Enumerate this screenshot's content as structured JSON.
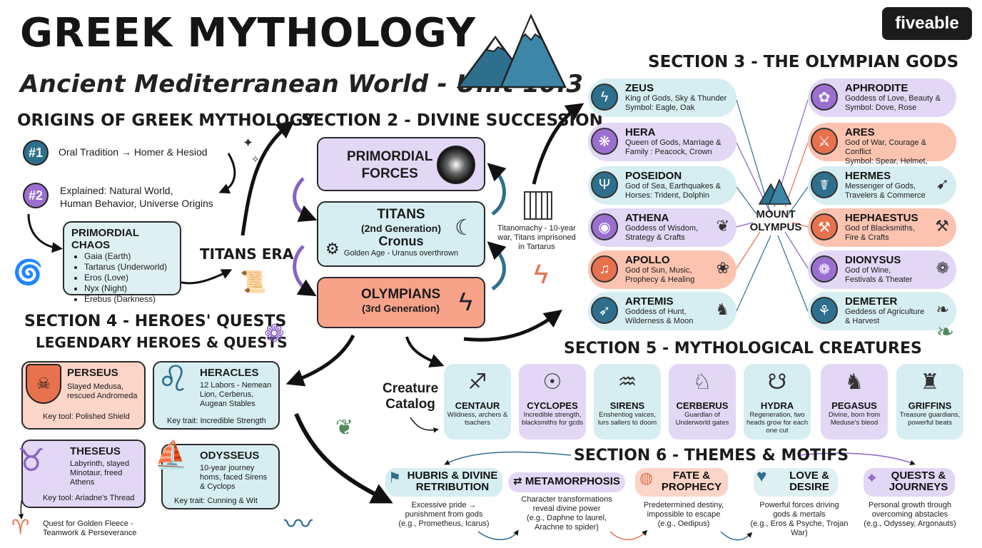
{
  "header": {
    "title": "GREEK MYTHOLOGY",
    "subtitle": "Ancient Mediterranean World - Unit 10.3",
    "logo": "fiveable"
  },
  "origins": {
    "heading": "ORIGINS OF GREEK MYTHOLOGY",
    "points": [
      {
        "num": "#1",
        "text": "Oral Tradition → Homer & Hesiod"
      },
      {
        "num": "#2",
        "text_line1": "Explained: Natural World,",
        "text_line2": "Human Behavior, Universe Origins"
      }
    ],
    "chaos": {
      "title": "PRIMORDIAL CHAOS",
      "items": [
        "Gaia (Earth)",
        "Tartarus (Underworld)",
        "Eros (Love)",
        "Nyx (Night)",
        "Erebus (Darkness)"
      ]
    },
    "titans_era": "TITANS ERA"
  },
  "succession": {
    "heading": "SECTION 2 - DIVINE SUCCESSION",
    "primordial_line1": "PRIMORDIAL",
    "primordial_line2": "FORCES",
    "titans_title": "TITANS",
    "titans_gen": "(2nd Generation)",
    "titans_name": "Cronus",
    "titans_note": "Golden Age - Uranus overthrown",
    "olympians_title": "OLYMPIANS",
    "olympians_gen": "(3rd Generation)",
    "titanomachy_line1": "Titanomachy - 10-year",
    "titanomachy_line2": "war, Titans imprisoned",
    "titanomachy_line3": "in Tartarus"
  },
  "olympians": {
    "heading": "SECTION 3 - THE OLYMPIAN GODS",
    "center_line1": "MOUNT",
    "center_line2": "OLYMPUS",
    "left": [
      {
        "name": "ZEUS",
        "d1": "King of Gods, Sky & Thunder",
        "d2": "Symbol: Eagle, Oak",
        "icon": "lightning-icon"
      },
      {
        "name": "HERA",
        "d1": "Queen of Gods, Marriage &",
        "d2": "Family : Peacock, Crown",
        "icon": "peacock-icon"
      },
      {
        "name": "POSEIDON",
        "d1": "God of Sea, Earthquakes &",
        "d2": "Horses:  Trident, Dolphin",
        "icon": "trident-icon"
      },
      {
        "name": "ATHENA",
        "d1": "Goddess of Wisdom,",
        "d2": "Strategy & Crafts",
        "icon": "owl-icon"
      },
      {
        "name": "APOLLO",
        "d1": "God of Sun, Music,",
        "d2": "Prophecy & Healing",
        "icon": "lyre-icon"
      },
      {
        "name": "ARTEMIS",
        "d1": "Goddess of Hunt,",
        "d2": "Wilderness & Moon",
        "icon": "bow-icon"
      }
    ],
    "right": [
      {
        "name": "APHRODITE",
        "d1": "Goddess of Love, Beauty &",
        "d2": "Symbol: Dove, Rose",
        "icon": "dove-icon"
      },
      {
        "name": "ARES",
        "d1": "God of War, Courage & Conflict",
        "d2": "Symbol: Spear, Helmet, Vulture",
        "icon": "spear-icon"
      },
      {
        "name": "HERMES",
        "d1": "Messenger of Gods,",
        "d2": "Travelers & Commerce",
        "icon": "caduceus-icon"
      },
      {
        "name": "HEPHAESTUS",
        "d1": "God of Blacksmiths,",
        "d2": "Fire & Crafts",
        "icon": "anvil-icon"
      },
      {
        "name": "DIONYSUS",
        "d1": "God of Wine,",
        "d2": "Festivals & Theater",
        "icon": "grapes-icon"
      },
      {
        "name": "DEMETER",
        "d1": "Geddess of Agriculture",
        "d2": "& Harvest",
        "icon": "wheat-icon"
      }
    ]
  },
  "heroes": {
    "heading": "SECTION 4 - HEROES' QUESTS",
    "subheading": "LEGENDARY HEROES & QUESTS",
    "perseus": {
      "name": "PERSEUS",
      "d1": "Slayed Medusa,",
      "d2": "rescued Andromeda",
      "key": "Key tool: Polished Shield"
    },
    "heracles": {
      "name": "HERACLES",
      "d1": "12 Labors - Nemean",
      "d2": "Lion, Cerberus,",
      "d3": "Augean Stables",
      "key": "Key trait: Incredible Strength"
    },
    "theseus": {
      "name": "THESEUS",
      "d1": "Labyrinth, slayed",
      "d2": "Minotaur, freed",
      "d3": "Athens",
      "key": "Key tool: Ariadne's Thread"
    },
    "odysseus": {
      "name": "ODYSSEUS",
      "d1": "10-year journey",
      "d2": "homs, faced Sirens",
      "d3": "& Cyclops",
      "key": "Key trait: Cunning & Wit"
    },
    "fleece_line1": "Quest for Golden Fleece -",
    "fleece_line2": "Teamwork & Perseverance"
  },
  "creatures": {
    "heading": "SECTION 5 - MYTHOLOGICAL CREATURES",
    "catalog_line1": "Creature",
    "catalog_line2": "Catalog",
    "items": [
      {
        "name": "CENTAUR",
        "d": "Wildness, archers & tsachers",
        "icon": "centaur-icon"
      },
      {
        "name": "CYCLOPES",
        "d": "Incredible strength, blacksmiths for gcds",
        "icon": "cyclops-icon"
      },
      {
        "name": "SIRENS",
        "d": "Enshentiog vaices, lurs sallers to doom",
        "icon": "siren-icon"
      },
      {
        "name": "CERBERUS",
        "d": "Guardlan of Underworld gates",
        "icon": "cerberus-icon"
      },
      {
        "name": "HYDRA",
        "d": "Regeneration, two heads grow for each one cut",
        "icon": "hydra-icon"
      },
      {
        "name": "PEGASUS",
        "d": "Divine, born from Meduse's bleod",
        "icon": "pegasus-icon"
      },
      {
        "name": "GRIFFINS",
        "d": "Treasure guardians, powerful beats",
        "icon": "griffin-icon"
      }
    ]
  },
  "themes": {
    "heading": "SECTION 6 - THEMES & MOTIFS",
    "items": [
      {
        "l1": "HUBRIS & DIVINE",
        "l2": "RETRIBUTION",
        "d1": "Excessive pride →",
        "d2": "punishment from gods",
        "d3": "(e.g., Prometheus, Icarus)"
      },
      {
        "l1": "METAMORPHOSIS",
        "l2": "",
        "d1": "Character transformations",
        "d2": "reveal divine power",
        "d3": "(e.g., Daphne to laurel,",
        "d4": "Arachne to spider)"
      },
      {
        "l1": "FATE &",
        "l2": "PROPHECY",
        "d1": "Predetermined destiny,",
        "d2": "impossible to escape",
        "d3": "(e.g., Oedipus)"
      },
      {
        "l1": "LOVE &",
        "l2": "DESIRE",
        "d1": "Powerful forces driving",
        "d2": "gods & mertals",
        "d3": "(e.g., Eros & Psyche, Trojan",
        "d4": "War)"
      },
      {
        "l1": "QUESTS &",
        "l2": "JOURNEYS",
        "d1": "Personal growth tlrough",
        "d2": "overcoming abstacles",
        "d3": "(e.g., Odyssey, Argonauts)"
      }
    ]
  },
  "colors": {
    "blue": "#d6eef1",
    "purple": "#e2d7f5",
    "orange": "#f7a38a",
    "peach": "#fbd5c7"
  }
}
